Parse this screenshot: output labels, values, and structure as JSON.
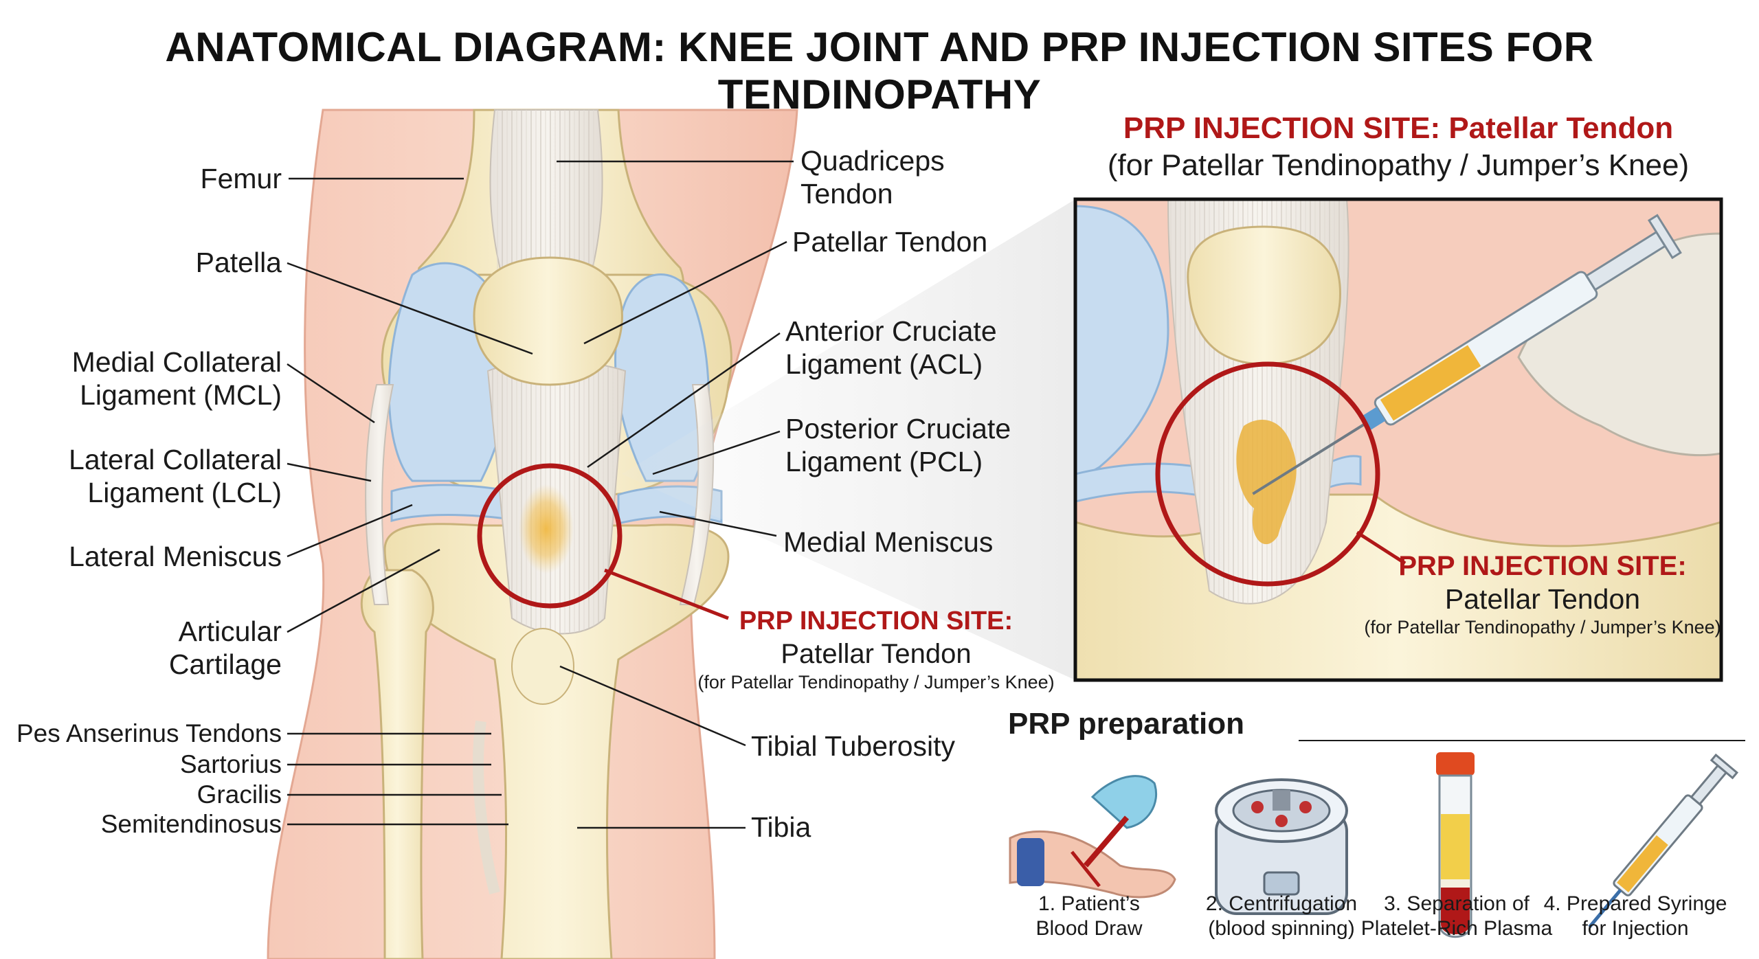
{
  "title": "ANATOMICAL DIAGRAM: KNEE JOINT AND PRP INJECTION SITES FOR TENDINOPATHY",
  "labels": {
    "femur": "Femur",
    "patella": "Patella",
    "mcl_line1": "Medial Collateral",
    "mcl_line2": "Ligament (MCL)",
    "lcl_line1": "Lateral Collateral",
    "lcl_line2": "Ligament (LCL)",
    "lateral_meniscus": "Lateral Meniscus",
    "cartilage_line1": "Articular",
    "cartilage_line2": "Cartilage",
    "pes_anserinus": "Pes Anserinus Tendons",
    "sartorius": "Sartorius",
    "gracilis": "Gracilis",
    "semitendinosus": "Semitendinosus",
    "quadriceps_line1": "Quadriceps",
    "quadriceps_line2": "Tendon",
    "patellar_tendon": "Patellar Tendon",
    "acl_line1": "Anterior Cruciate",
    "acl_line2": "Ligament (ACL)",
    "pcl_line1": "Posterior Cruciate",
    "pcl_line2": "Ligament (PCL)",
    "medial_meniscus": "Medial Meniscus",
    "tibial_tuberosity": "Tibial Tuberosity",
    "tibia": "Tibia"
  },
  "injection_site": {
    "heading": "PRP INJECTION SITE:",
    "name": "Patellar Tendon",
    "note": "(for Patellar Tendinopathy / Jumper’s Knee)"
  },
  "inset": {
    "title_line1": "PRP INJECTION SITE: Patellar Tendon",
    "title_line2": "(for Patellar Tendinopathy / Jumper’s Knee)",
    "callout_heading": "PRP INJECTION SITE:",
    "callout_name": "Patellar Tendon",
    "callout_note": "(for Patellar Tendinopathy / Jumper’s Knee)"
  },
  "preparation": {
    "heading": "PRP preparation",
    "steps": [
      {
        "line1": "1. Patient’s",
        "line2": "Blood Draw",
        "icon": "blood-draw-icon"
      },
      {
        "line1": "2. Centrifugation",
        "line2": "(blood spinning)",
        "icon": "centrifuge-icon"
      },
      {
        "line1": "3. Separation of",
        "line2": "Platelet-Rich Plasma",
        "icon": "test-tube-icon"
      },
      {
        "line1": "4. Prepared Syringe",
        "line2": "for Injection",
        "icon": "syringe-icon"
      }
    ]
  },
  "colors": {
    "accent_red": "#b01818",
    "skin": "#f2b9a5",
    "bone": "#f4ebc4",
    "cartilage_blue": "#c7dcf0",
    "prp_yellow": "#e9b23c"
  }
}
